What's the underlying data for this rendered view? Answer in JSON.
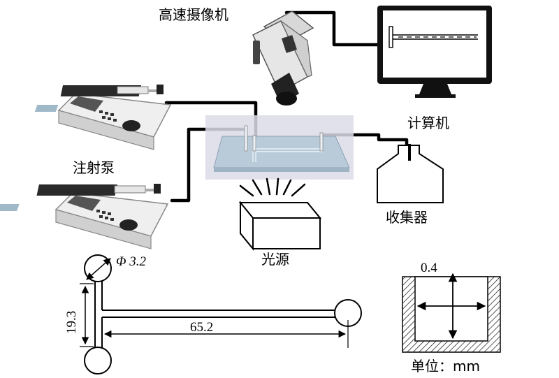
{
  "labels": {
    "camera": "高速摄像机",
    "computer": "计算机",
    "pump": "注射泵",
    "collector": "收集器",
    "light": "光源"
  },
  "dimensions": {
    "diameter": "Φ 3.2",
    "height": "19.3",
    "length": "65.2",
    "width": "0.4",
    "unit": "单位：mm"
  }
}
